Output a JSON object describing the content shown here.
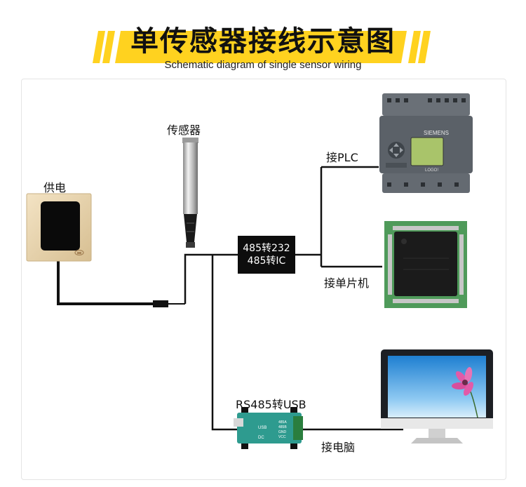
{
  "title": "单传感器接线示意图",
  "subtitle": "Schematic diagram of single sensor wiring",
  "labels": {
    "sensor": "传感器",
    "power": "供电",
    "converter_line1": "485转232",
    "converter_line2": "485转IC",
    "plc": "接PLC",
    "mcu": "接单片机",
    "usb_converter": "RS485转USB",
    "computer": "接电脑"
  },
  "device_text": {
    "plc_brand": "SIEMENS",
    "plc_model": "LOGO!",
    "usb_port": "USB",
    "dc_port": "DC",
    "terminals": [
      "485A",
      "485B",
      "GND",
      "VCC"
    ]
  },
  "colors": {
    "banner": "#ffd21f",
    "wire": "#111111",
    "pcb": "#4f9a5a",
    "plc_body": "#5b6168",
    "usb_module": "#2e9b8f"
  }
}
